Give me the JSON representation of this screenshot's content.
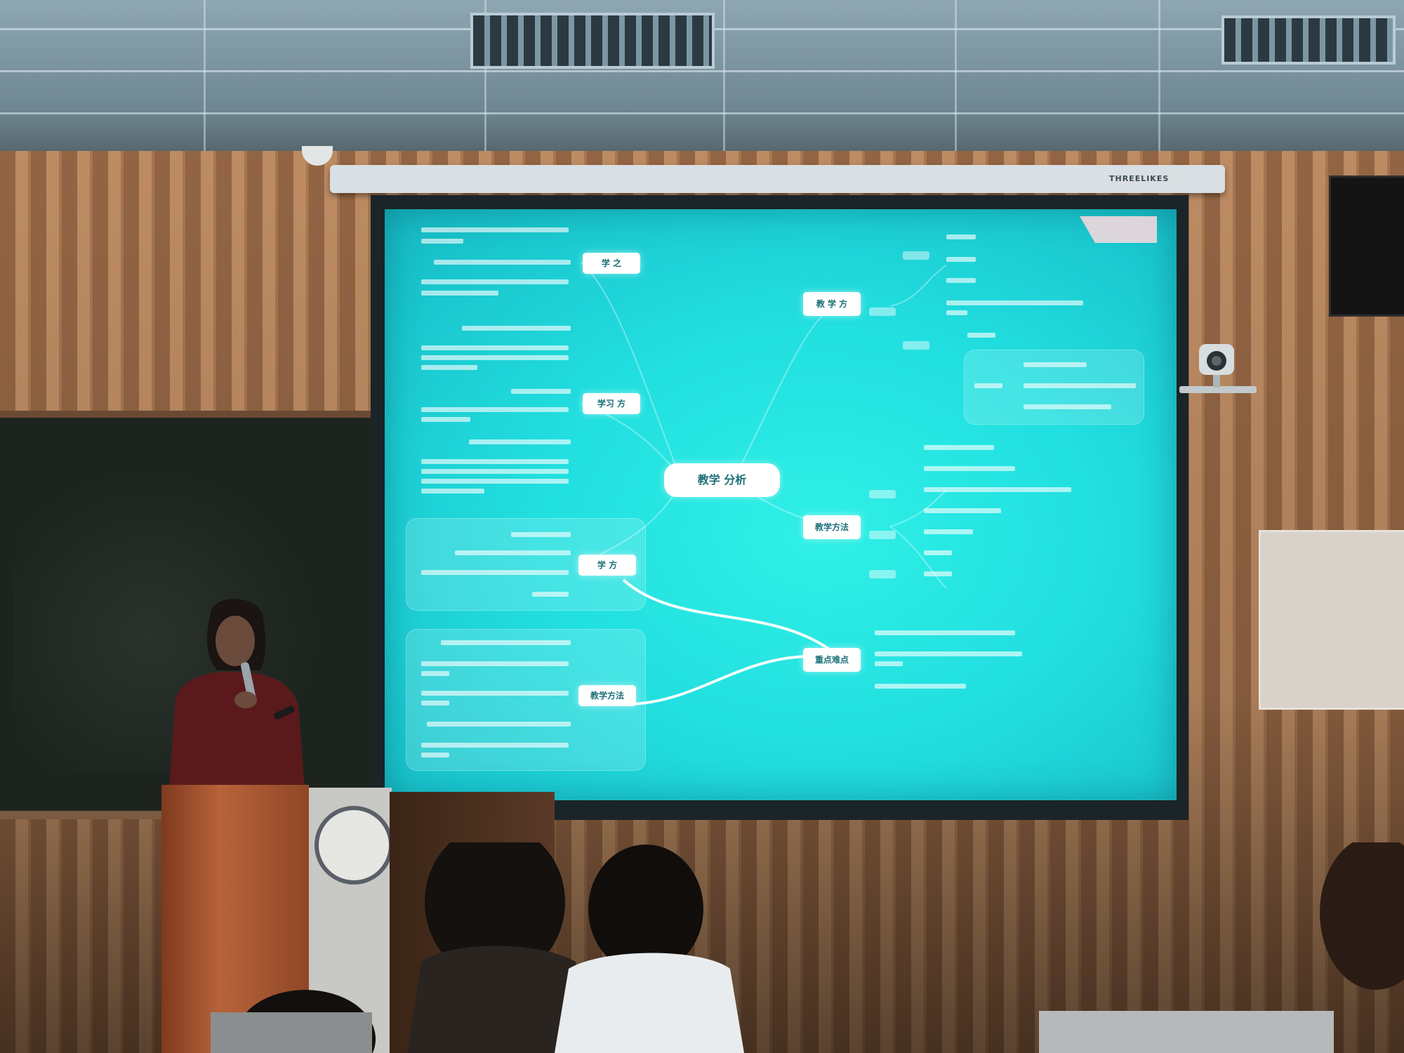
{
  "scene": {
    "description_tags": [
      "lecture-hall",
      "projector-screen",
      "mind-map-slide",
      "presenter",
      "audience"
    ]
  },
  "screen_case": {
    "brand_text": "THREELIKES"
  },
  "slide": {
    "center_node": "教学 分析",
    "left_nodes": [
      "学 之",
      "学习 方",
      "学 方",
      "教学方法"
    ],
    "right_nodes": [
      "教 学 方",
      "教学方法",
      "重点难点"
    ],
    "colors": {
      "background": "#22dfe0",
      "node_fill": "#ffffff",
      "node_text": "#1b6f78"
    }
  }
}
